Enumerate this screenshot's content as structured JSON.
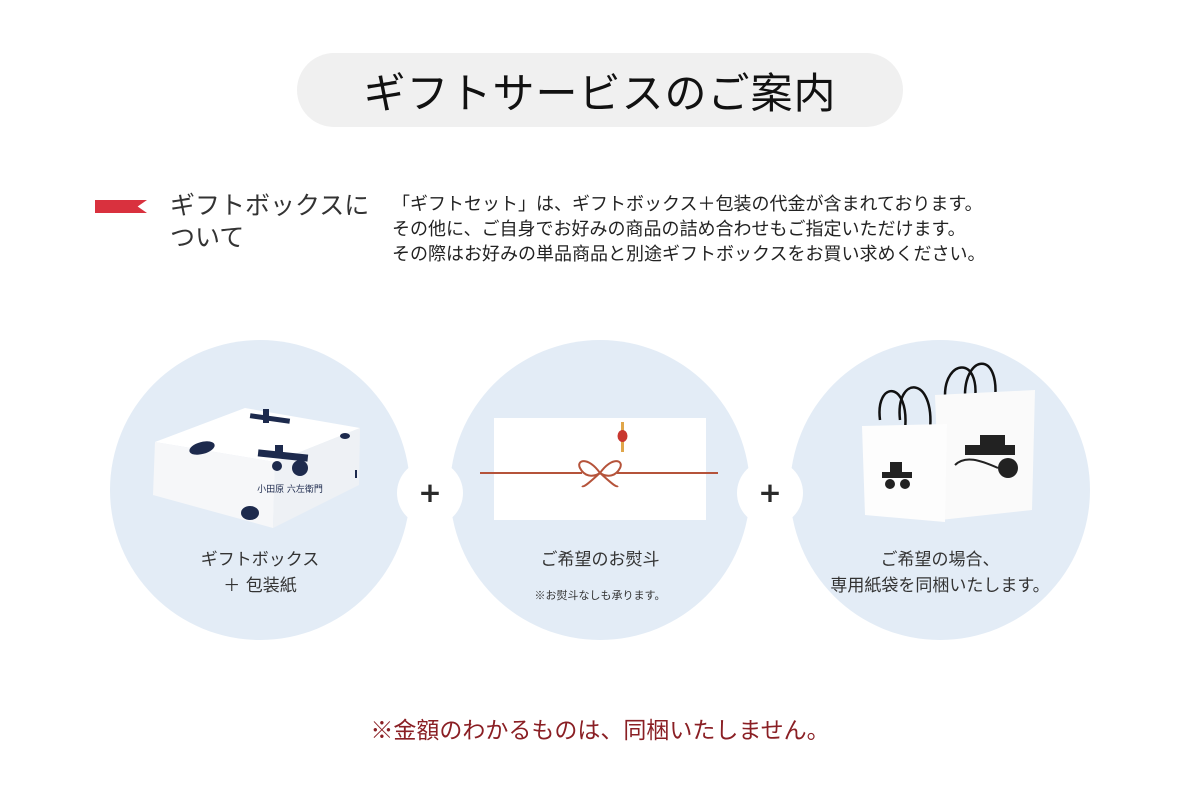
{
  "header": {
    "title": "ギフトサービスのご案内"
  },
  "section": {
    "heading": "ギフトボックスについて",
    "heading_lines": [
      "ギフトボックスに",
      "ついて"
    ],
    "description": [
      "「ギフトセット」は、ギフトボックス＋包装の代金が含まれております。",
      "その他に、ご自身でお好みの商品の詰め合わせもご指定いただけます。",
      "その際はお好みの単品商品と別途ギフトボックスをお買い求めください。"
    ]
  },
  "items": [
    {
      "icon": "gift-box-image",
      "lines": [
        "ギフトボックス",
        "＋ 包装紙"
      ],
      "note": ""
    },
    {
      "icon": "noshi-image",
      "lines": [
        "ご希望のお熨斗"
      ],
      "note": "※お熨斗なしも承ります。"
    },
    {
      "icon": "paper-bag-image",
      "lines": [
        "ご希望の場合、",
        "専用紙袋を同梱いたします。"
      ],
      "note": ""
    }
  ],
  "connectors": [
    "+",
    "+"
  ],
  "footer": {
    "note": "※金額のわかるものは、同梱いたしません。"
  },
  "colors": {
    "accent_red": "#d9313e",
    "footer_text": "#8a1f24",
    "circle_bg": "#e3ecf6",
    "title_pill_bg": "#f0f0f0",
    "navy_print": "#1d2a4d",
    "mizuhiki": "#b5533a"
  }
}
